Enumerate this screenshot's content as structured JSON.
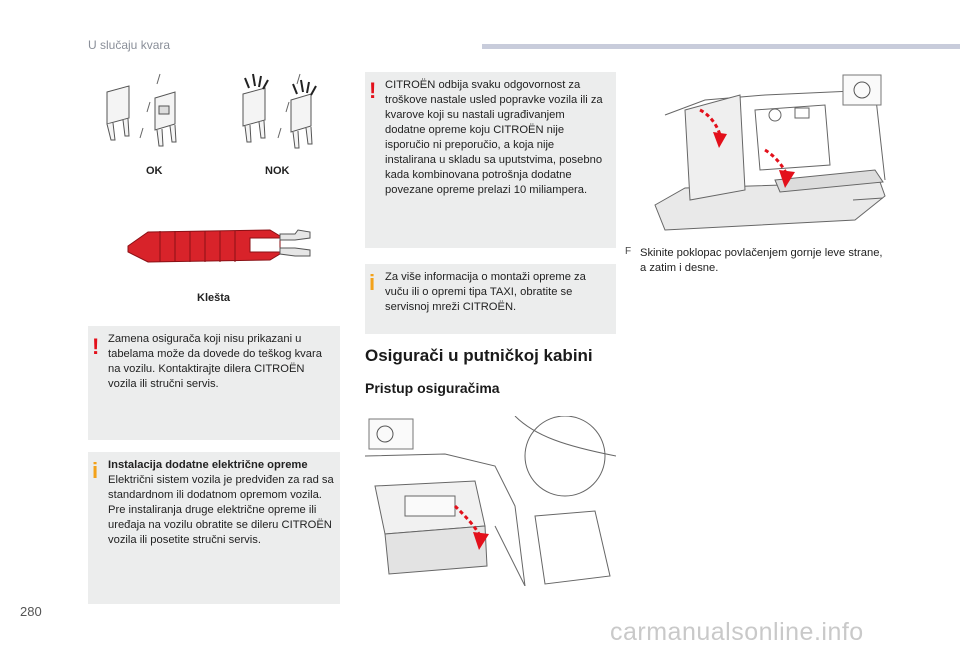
{
  "header": {
    "title": "U slučaju kvara"
  },
  "figures": {
    "fuses": {
      "ok_label": "OK",
      "nok_label": "NOK"
    },
    "pliers": {
      "label": "Klešta"
    }
  },
  "boxes": {
    "warning_fuses": "Zamena osigurača koji nisu prikazani u tabelama može da dovede do teškog kvara na vozilu. Kontaktirajte dilera CITROËN vozila ili stručni servis.",
    "info_install": {
      "title": "Instalacija dodatne električne opreme",
      "body": "Električni sistem vozila je predviđen za rad sa standardnom ili dodatnom opremom vozila.",
      "body2": "Pre instaliranja druge električne opreme ili uređaja na vozilu obratite se dileru CITROËN vozila ili posetite stručni servis."
    },
    "warning_citroen": "CITROËN odbija svaku odgovornost za troškove nastale usled popravke vozila ili za kvarove koji su nastali ugrađivanjem dodatne opreme koju CITROËN nije isporučio ni preporučio, a koja nije instalirana u skladu sa uputstvima, posebno kada kombinovana potrošnja dodatne povezane opreme prelazi 10 miliampera.",
    "info_taxi": "Za više informacija o montaži opreme za vuču ili o opremi tipa TAXI, obratite se servisnoj mreži CITROËN."
  },
  "section": {
    "title": "Osigurači u putničkoj kabini",
    "subtitle": "Pristup osiguračima"
  },
  "instruction": {
    "bullet": "F",
    "text": "Skinite poklopac povlačenjem gornje leve strane, a zatim i desne."
  },
  "footer": {
    "page_number": "280",
    "watermark": "carmanualsonline.info"
  },
  "colors": {
    "warning": "#e3101b",
    "info": "#f3a21a",
    "box_bg": "#eceded",
    "pliers": "#d8232a",
    "arrow": "#e3101b"
  }
}
